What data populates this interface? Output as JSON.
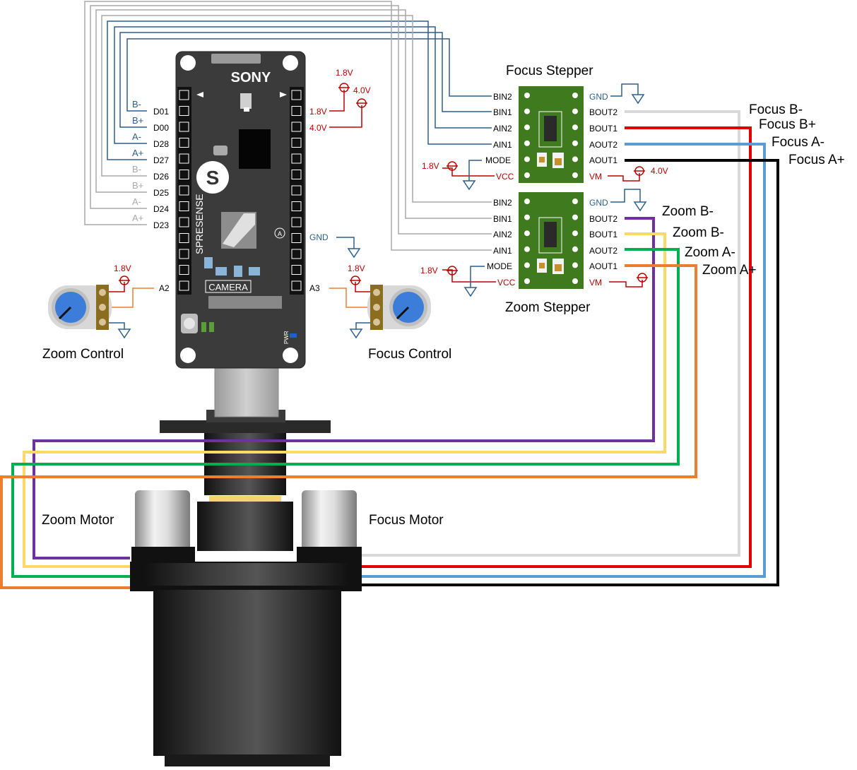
{
  "board": {
    "brand": "SONY",
    "name": "SPRESENSE",
    "camera_label": "CAMERA",
    "pwr_label": "PWR",
    "a_mark": "A",
    "s_mark": "S",
    "pins_left": [
      "D01",
      "D00",
      "D28",
      "D27",
      "D26",
      "D25",
      "D24",
      "D23"
    ],
    "signals_left": [
      "B-",
      "B+",
      "A-",
      "A+",
      "B-",
      "B+",
      "A-",
      "A+"
    ],
    "right_power": [
      "1.8V",
      "4.0V"
    ],
    "supply_top": [
      "1.8V",
      "4.0V"
    ],
    "gnd": "GND",
    "analog_left": "A2",
    "analog_right": "A3"
  },
  "focus_driver": {
    "title": "Focus Stepper",
    "left_pins": [
      "BIN2",
      "BIN1",
      "AIN2",
      "AIN1",
      "MODE",
      "VCC"
    ],
    "right_pins": [
      "GND",
      "BOUT2",
      "BOUT1",
      "AOUT2",
      "AOUT1",
      "VM"
    ],
    "mode_voltage": "1.8V",
    "vm_voltage": "4.0V"
  },
  "zoom_driver": {
    "title": "Zoom Stepper",
    "left_pins": [
      "BIN2",
      "BIN1",
      "AIN2",
      "AIN1",
      "MODE",
      "VCC"
    ],
    "right_pins": [
      "GND",
      "BOUT2",
      "BOUT1",
      "AOUT2",
      "AOUT1",
      "VM"
    ],
    "mode_voltage": "1.8V"
  },
  "focus_outputs": [
    "Focus B-",
    "Focus B+",
    "Focus A-",
    "Focus A+"
  ],
  "zoom_outputs": [
    "Zoom B-",
    "Zoom B-",
    "Zoom A-",
    "Zoom A+"
  ],
  "pots": {
    "left_label": "Zoom Control",
    "left_voltage": "1.8V",
    "right_label": "Focus Control",
    "right_voltage": "1.8V"
  },
  "motors": {
    "left_label": "Zoom Motor",
    "right_label": "Focus Motor"
  },
  "colors": {
    "focus_b_minus": "#d9d9d9",
    "focus_b_plus": "#e00000",
    "focus_a_minus": "#5b9bd5",
    "focus_a_plus": "#000000",
    "zoom_b_minus": "#7030a0",
    "zoom_b_plus": "#ffd966",
    "zoom_a_minus": "#00b050",
    "zoom_a_plus": "#ed7d31",
    "signal_blue": "#2e5f8a",
    "power_red": "#c00000",
    "pcb_green": "#3f7a1e"
  }
}
